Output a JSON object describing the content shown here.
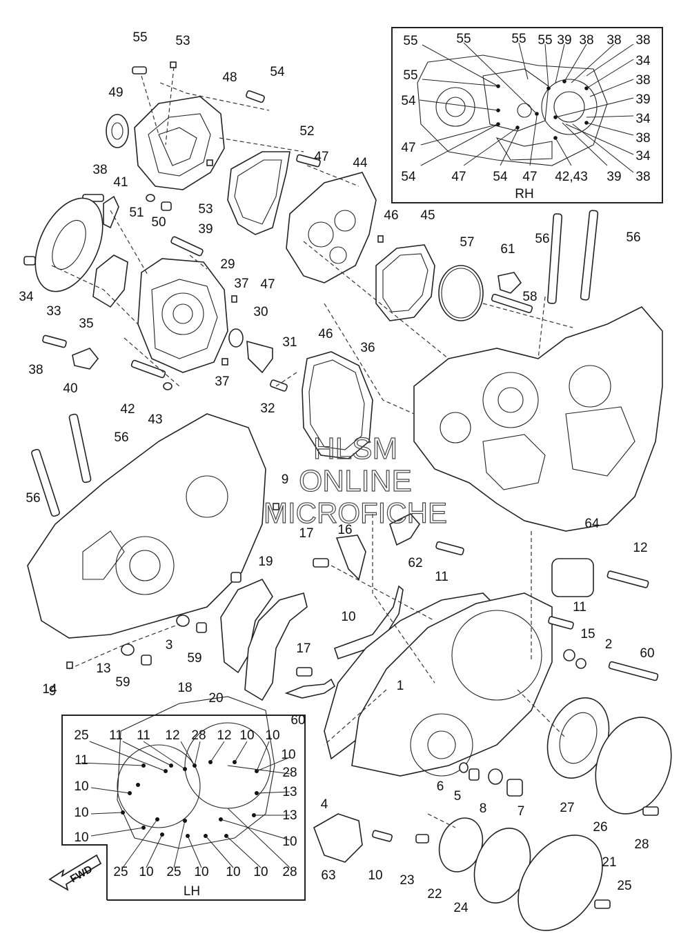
{
  "watermark": {
    "line1": "HLSM",
    "line2": "ONLINE",
    "line3": "MICROFICHE"
  },
  "fwd_label": "FWD",
  "inset_rh": {
    "caption": "RH",
    "callouts": [
      "55",
      "55",
      "55",
      "55",
      "39",
      "38",
      "38",
      "38",
      "55",
      "34",
      "38",
      "54",
      "39",
      "34",
      "47",
      "38",
      "34",
      "54",
      "47",
      "54",
      "47",
      "42,43",
      "39",
      "38"
    ]
  },
  "inset_lh": {
    "caption": "LH",
    "callouts": [
      "25",
      "11",
      "11",
      "12",
      "28",
      "12",
      "10",
      "10",
      "10",
      "11",
      "28",
      "10",
      "13",
      "10",
      "13",
      "10",
      "10",
      "25",
      "10",
      "25",
      "10",
      "10",
      "10",
      "28"
    ]
  },
  "main_callouts": [
    "55",
    "53",
    "54",
    "49",
    "48",
    "52",
    "47",
    "44",
    "38",
    "41",
    "51",
    "50",
    "53",
    "46",
    "45",
    "39",
    "29",
    "57",
    "61",
    "56",
    "56",
    "47",
    "37",
    "34",
    "33",
    "35",
    "30",
    "58",
    "38",
    "31",
    "46",
    "36",
    "40",
    "37",
    "32",
    "42",
    "43",
    "56",
    "9",
    "56",
    "64",
    "17",
    "16",
    "12",
    "62",
    "11",
    "19",
    "11",
    "10",
    "15",
    "2",
    "3",
    "60",
    "13",
    "59",
    "18",
    "17",
    "20",
    "60",
    "59",
    "9",
    "14",
    "1",
    "6",
    "5",
    "8",
    "7",
    "4",
    "27",
    "26",
    "28",
    "10",
    "63",
    "23",
    "22",
    "24",
    "21",
    "25"
  ]
}
